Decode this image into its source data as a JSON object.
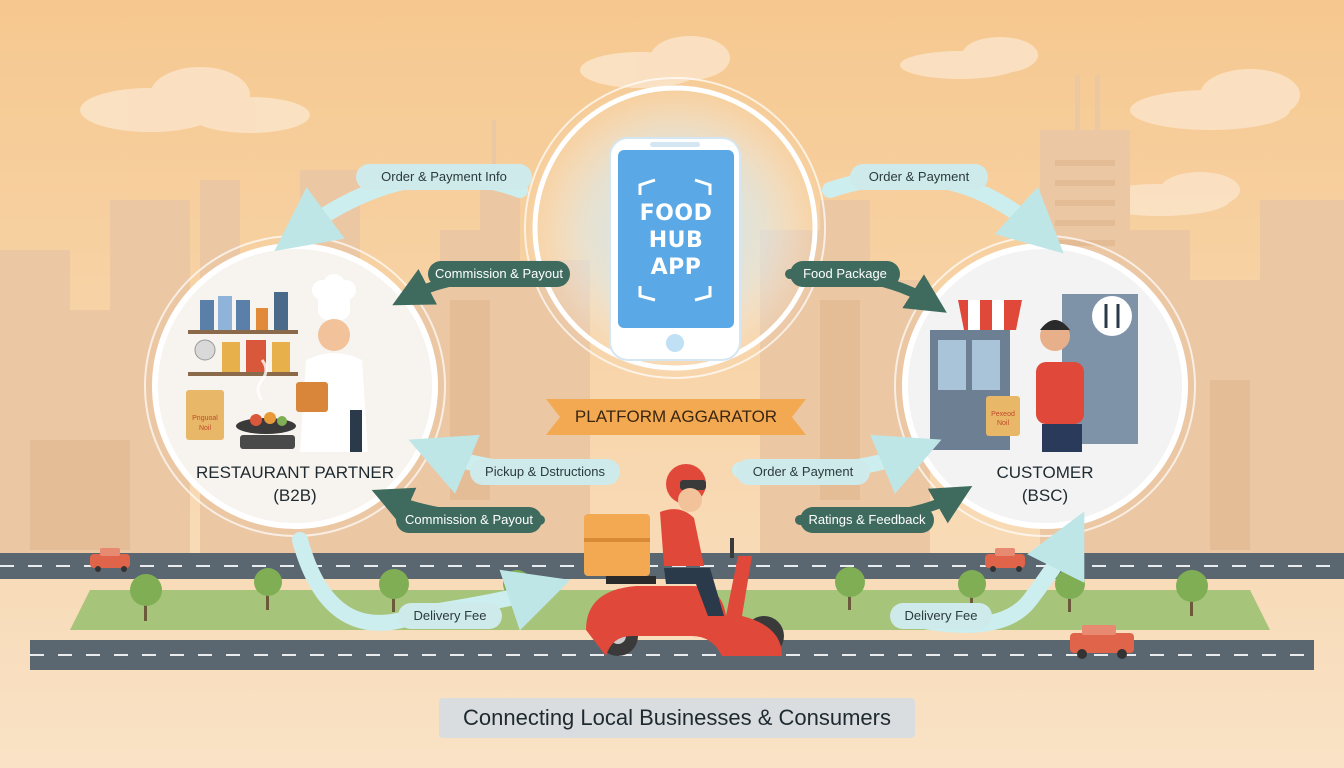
{
  "app": {
    "name_lines": [
      "FOOD",
      "HUB",
      "APP"
    ],
    "role_label": "PLATFORM AGGARATOR"
  },
  "nodes": {
    "restaurant": {
      "title": "RESTAURANT PARTNER",
      "subtitle": "(B2B)"
    },
    "customer": {
      "title": "CUSTOMER",
      "subtitle": "(BSC)"
    }
  },
  "flows": {
    "order_payment_info": "Order & Payment Info",
    "order_payment_top": "Order & Payment",
    "commission_payout_top": "Commission & Payout",
    "food_package": "Food Package",
    "pickup_instructions": "Pickup & Dstructions",
    "order_payment_bottom": "Order & Payment",
    "commission_payout_bottom": "Commission & Payout",
    "ratings_feedback": "Ratings & Feedback",
    "delivery_fee_left": "Delivery Fee",
    "delivery_fee_right": "Delivery Fee"
  },
  "illustration_text": {
    "restaurant_bag": [
      "Pnguoal",
      "Noil"
    ],
    "customer_bag": [
      "Pexeod",
      "Noil"
    ]
  },
  "tagline": "Connecting Local Businesses & Consumers",
  "colors": {
    "sky_top": "#f6c88f",
    "sky_bottom": "#f9dfc0",
    "phone_screen": "#5aa9e6",
    "banner": "#f3a952",
    "arrow_light": "#cdeeee",
    "arrow_dark": "#3f6b5e",
    "scooter": "#e0483a",
    "road": "#5b6770",
    "grass": "#a6c47a"
  }
}
